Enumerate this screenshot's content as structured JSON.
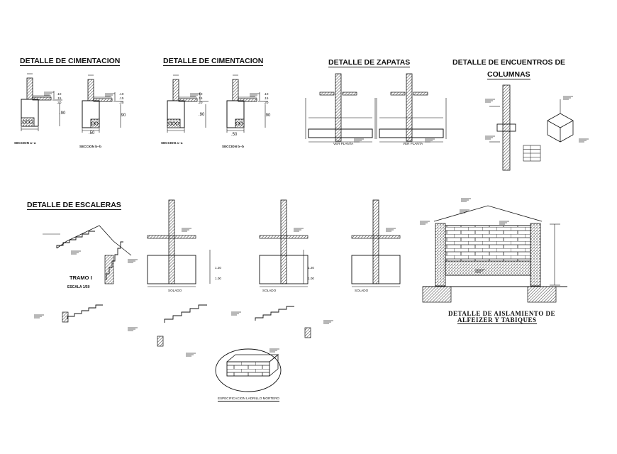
{
  "titles": {
    "cimentacion_1": "DETALLE DE CIMENTACION",
    "cimentacion_2": "DETALLE DE CIMENTACION",
    "zapatas": "DETALLE DE ZAPATAS",
    "encuentros_line1": "DETALLE DE ENCUENTROS DE",
    "encuentros_line2": "COLUMNAS",
    "escaleras": "DETALLE DE ESCALERAS",
    "aislamiento_line1": "DETALLE  DE AISLAMIENTO DE",
    "aislamiento_line2": "ALFEIZER Y TABIQUES",
    "ladrillo": "ESPECIFICACION LADRILLO MORTERO"
  },
  "cimentacion": {
    "sections": [
      "SECCION  a--a",
      "SECCION  b--b",
      "SECCION  a--a",
      "SECCION  b--b"
    ],
    "dims": {
      "d90": ".90",
      "d50": ".50",
      "d10": ".10",
      "d15": ".15",
      "d20": ".20"
    }
  },
  "zapatas": {
    "ver_planta": "VER  PLANTA"
  },
  "escaleras": {
    "tramo": "TRAMO I",
    "escala": "ESCALA 1/50",
    "solado": "SOLADO",
    "d120": "1.20",
    "d100": "1.00"
  },
  "colors": {
    "line": "#111111",
    "hatch": "#222222",
    "background": "#ffffff"
  }
}
